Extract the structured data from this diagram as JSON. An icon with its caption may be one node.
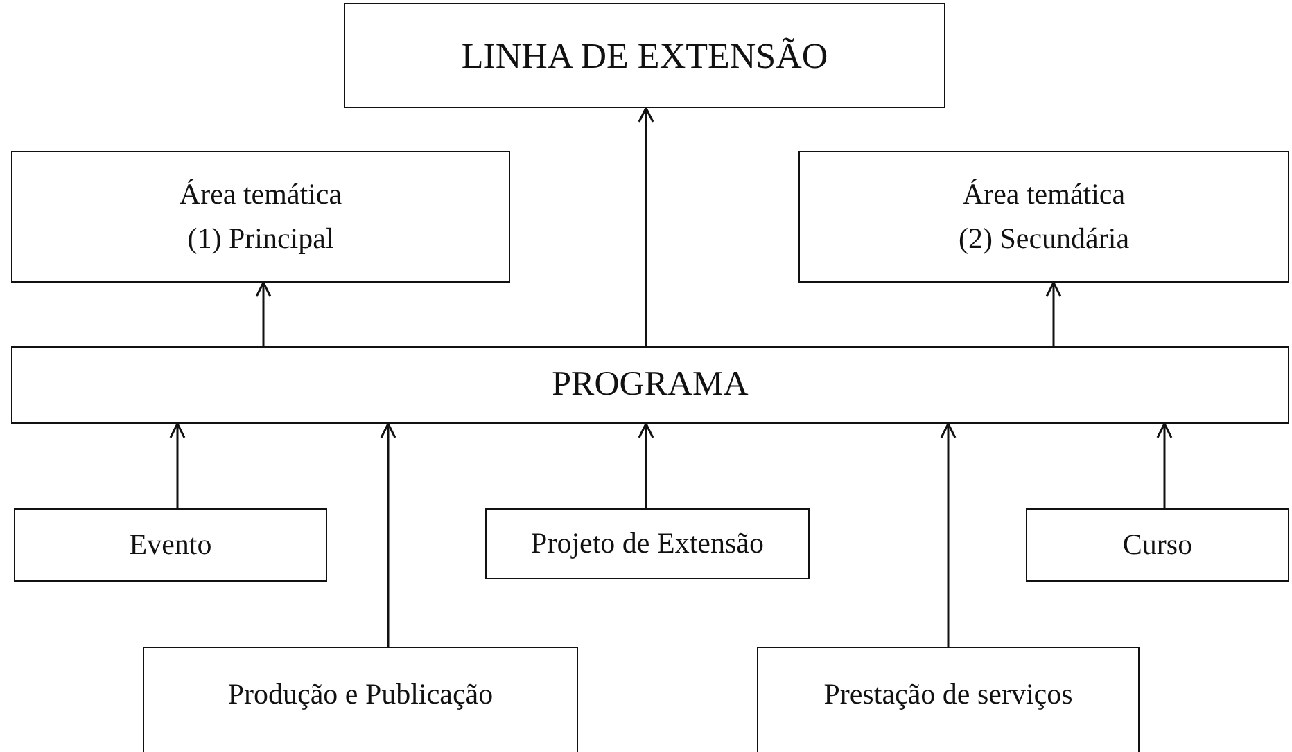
{
  "diagram": {
    "nodes": [
      {
        "text": [
          "LINHA DE EXTENSÃO"
        ]
      },
      {
        "text": [
          "Área temática",
          "(1) Principal"
        ]
      },
      {
        "text": [
          "Área temática",
          "(2) Secundária"
        ]
      },
      {
        "text": [
          "PROGRAMA"
        ]
      },
      {
        "text": [
          "Evento"
        ]
      },
      {
        "text": [
          "Projeto de Extensão"
        ]
      },
      {
        "text": [
          "Curso"
        ]
      },
      {
        "text": [
          "Produção e Publicação"
        ]
      },
      {
        "text": [
          "Prestação de serviços"
        ]
      }
    ],
    "edges": [
      {
        "from": 3,
        "to": 0,
        "arrow": "to"
      },
      {
        "from": 3,
        "to": 1,
        "arrow": "to"
      },
      {
        "from": 3,
        "to": 2,
        "arrow": "to"
      },
      {
        "from": 4,
        "to": 3,
        "arrow": "to"
      },
      {
        "from": 7,
        "to": 3,
        "arrow": "to"
      },
      {
        "from": 5,
        "to": 3,
        "arrow": "to"
      },
      {
        "from": 8,
        "to": 3,
        "arrow": "to"
      },
      {
        "from": 6,
        "to": 3,
        "arrow": "to"
      }
    ]
  }
}
